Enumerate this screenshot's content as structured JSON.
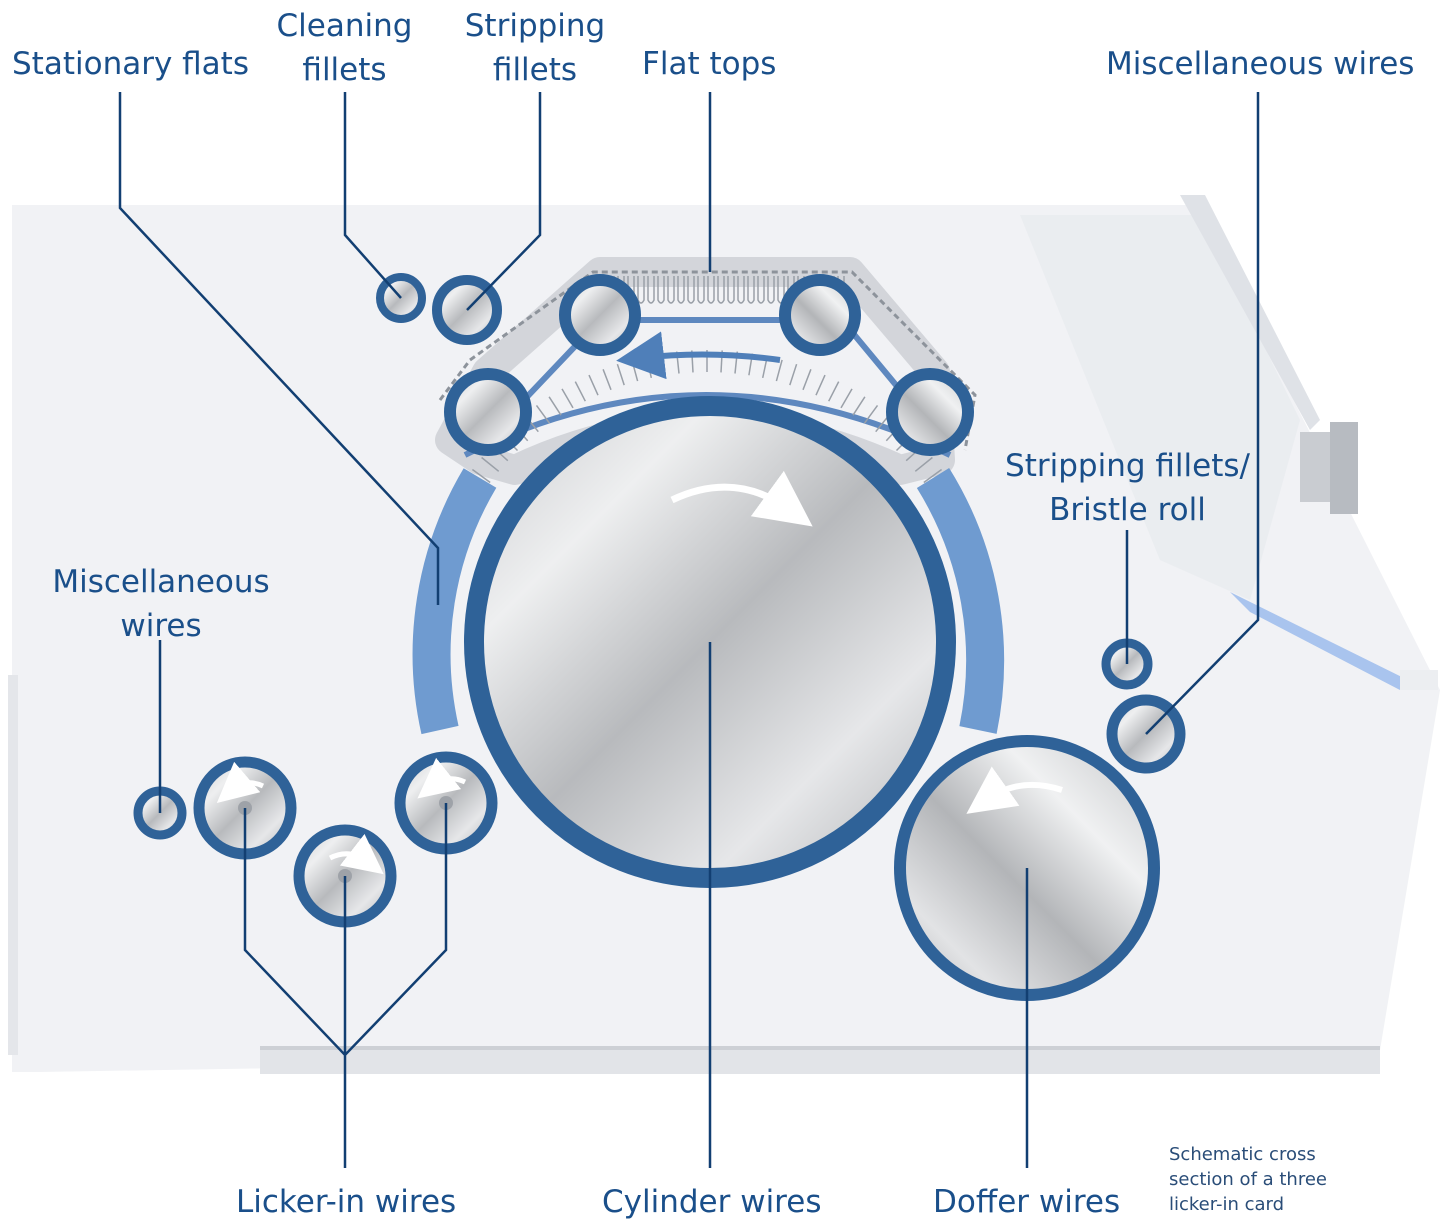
{
  "labels": {
    "stationary_flats": "Stationary flats",
    "cleaning_fillets": [
      "Cleaning",
      "fillets"
    ],
    "stripping_fillets": [
      "Stripping",
      "fillets"
    ],
    "flat_tops": "Flat tops",
    "misc_wires_top": "Miscellaneous wires",
    "stripping_bristle": [
      "Stripping fillets/",
      "Bristle roll"
    ],
    "misc_wires_left": [
      "Miscellaneous",
      "wires"
    ],
    "licker_in_wires": "Licker-in wires",
    "cylinder_wires": "Cylinder wires",
    "doffer_wires": "Doffer wires"
  },
  "caption": [
    "Schematic cross",
    "section of a three",
    "licker-in card"
  ],
  "colors": {
    "ring": "#2f6298",
    "leader": "#123f72",
    "arc": "#6f9bd0",
    "label": "#1a4f8a",
    "machine": "#f1f2f5"
  }
}
